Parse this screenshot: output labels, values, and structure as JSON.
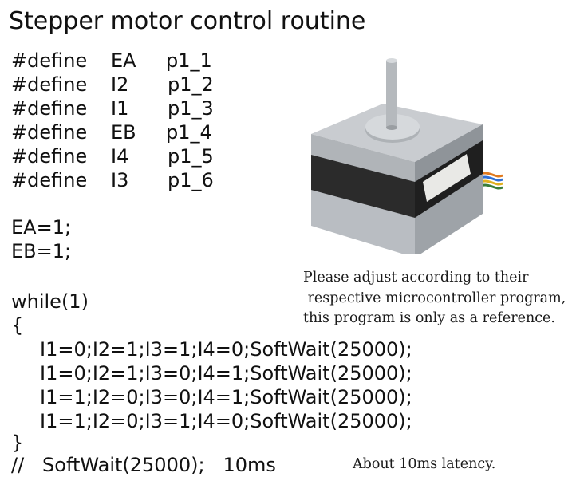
{
  "title": "Stepper motor control routine",
  "defines": [
    {
      "keyword": "#define",
      "name": "EA",
      "pin": "p1_1"
    },
    {
      "keyword": "#define",
      "name": "I2",
      "pin": "p1_2"
    },
    {
      "keyword": "#define",
      "name": "I1",
      "pin": "p1_3"
    },
    {
      "keyword": "#define",
      "name": "EB",
      "pin": "p1_4"
    },
    {
      "keyword": "#define",
      "name": "I4",
      "pin": "p1_5"
    },
    {
      "keyword": "#define",
      "name": "I3",
      "pin": "p1_6"
    }
  ],
  "enables": [
    "EA=1;",
    "EB=1;"
  ],
  "loop": {
    "header": "while(1)",
    "open_brace": "{",
    "steps": [
      "I1=0;I2=1;I3=1;I4=0;SoftWait(25000);",
      "I1=0;I2=1;I3=0;I4=1;SoftWait(25000);",
      "I1=1;I2=0;I3=0;I4=1;SoftWait(25000);",
      "I1=1;I2=0;I3=1;I4=0;SoftWait(25000);"
    ],
    "close_brace": "}"
  },
  "comment": "//   SoftWait(25000);   10ms",
  "note_lines": [
    "Please adjust according to their",
    " respective microcontroller program,",
    "this program is only as a reference."
  ],
  "latency_note": "About 10ms latency.",
  "motor_image": {
    "icon": "stepper-motor-icon",
    "body_color": "#2b2b2b",
    "plate_color": "#c9ccd0",
    "shaft_color": "#b5b9bd",
    "wire_colors": [
      "#e07a1f",
      "#2e6fd6",
      "#e0b020",
      "#3a7d3a"
    ]
  }
}
